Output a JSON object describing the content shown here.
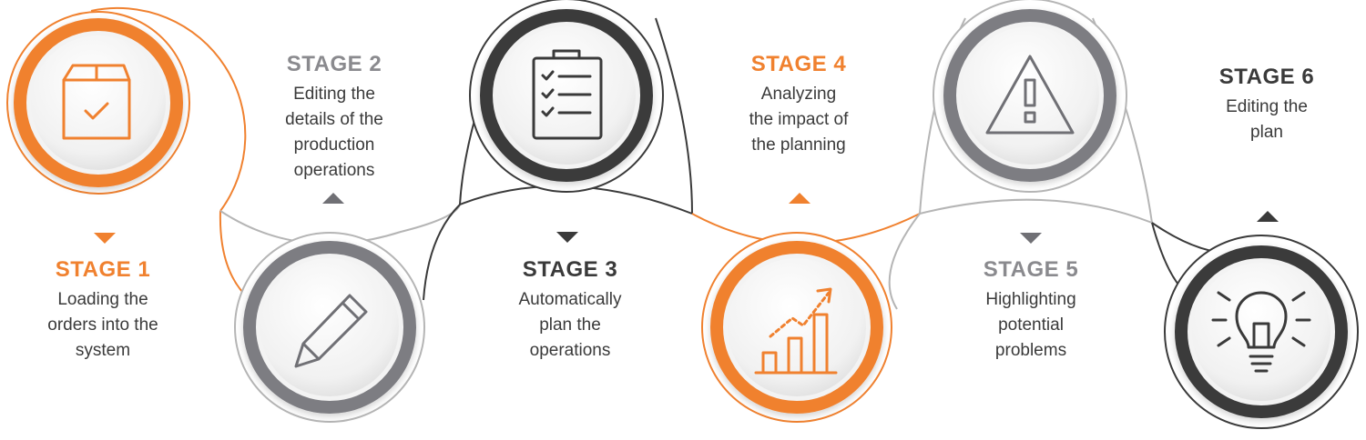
{
  "colors": {
    "orange": "#f0812f",
    "grey": "#7d7d82",
    "dark": "#3a3a3a",
    "connector_light": "#b5b5b5"
  },
  "stages": [
    {
      "title": "STAGE 1",
      "description": [
        "Loading the",
        "orders into the",
        "system"
      ],
      "icon": "box-check-icon",
      "color": "orange"
    },
    {
      "title": "STAGE 2",
      "description": [
        "Editing the",
        "details of the",
        "production",
        "operations"
      ],
      "icon": "pencil-icon",
      "color": "grey"
    },
    {
      "title": "STAGE 3",
      "description": [
        "Automatically",
        "plan the",
        "operations"
      ],
      "icon": "clipboard-checklist-icon",
      "color": "dark"
    },
    {
      "title": "STAGE 4",
      "description": [
        "Analyzing",
        "the impact of",
        "the planning"
      ],
      "icon": "bar-chart-growth-icon",
      "color": "orange"
    },
    {
      "title": "STAGE 5",
      "description": [
        "Highlighting",
        "potential",
        "problems"
      ],
      "icon": "warning-triangle-icon",
      "color": "grey"
    },
    {
      "title": "STAGE 6",
      "description": [
        "Editing the",
        "plan"
      ],
      "icon": "lightbulb-icon",
      "color": "dark"
    }
  ]
}
